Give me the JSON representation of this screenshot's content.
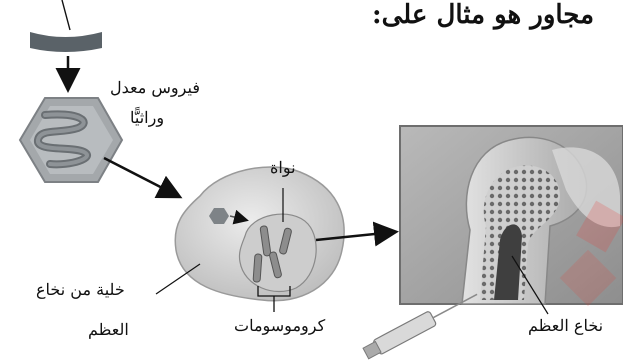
{
  "header": {
    "partial_text": "مجاور هو مثال على:"
  },
  "labels": {
    "modified_virus_line1": "فيروس معدل",
    "modified_virus_line2": "وراثيًّا",
    "nucleus": "نواة",
    "bone_marrow_cell_line1": "خلية من نخاع",
    "bone_marrow_cell_line2": "العظم",
    "chromosomes": "كروموسومات",
    "bone_marrow": "نخاع العظم"
  },
  "colors": {
    "gene_fragment": "#5a6268",
    "virus_shell": "#9ea3a7",
    "cell": "#d6d6d6",
    "bone": "#c9c9c9",
    "arrow": "#111111",
    "watermark_red": "#e8413a"
  },
  "icons": [
    "dna-strand-icon",
    "virus-icon",
    "cell-icon",
    "bone-icon",
    "syringe-icon"
  ]
}
